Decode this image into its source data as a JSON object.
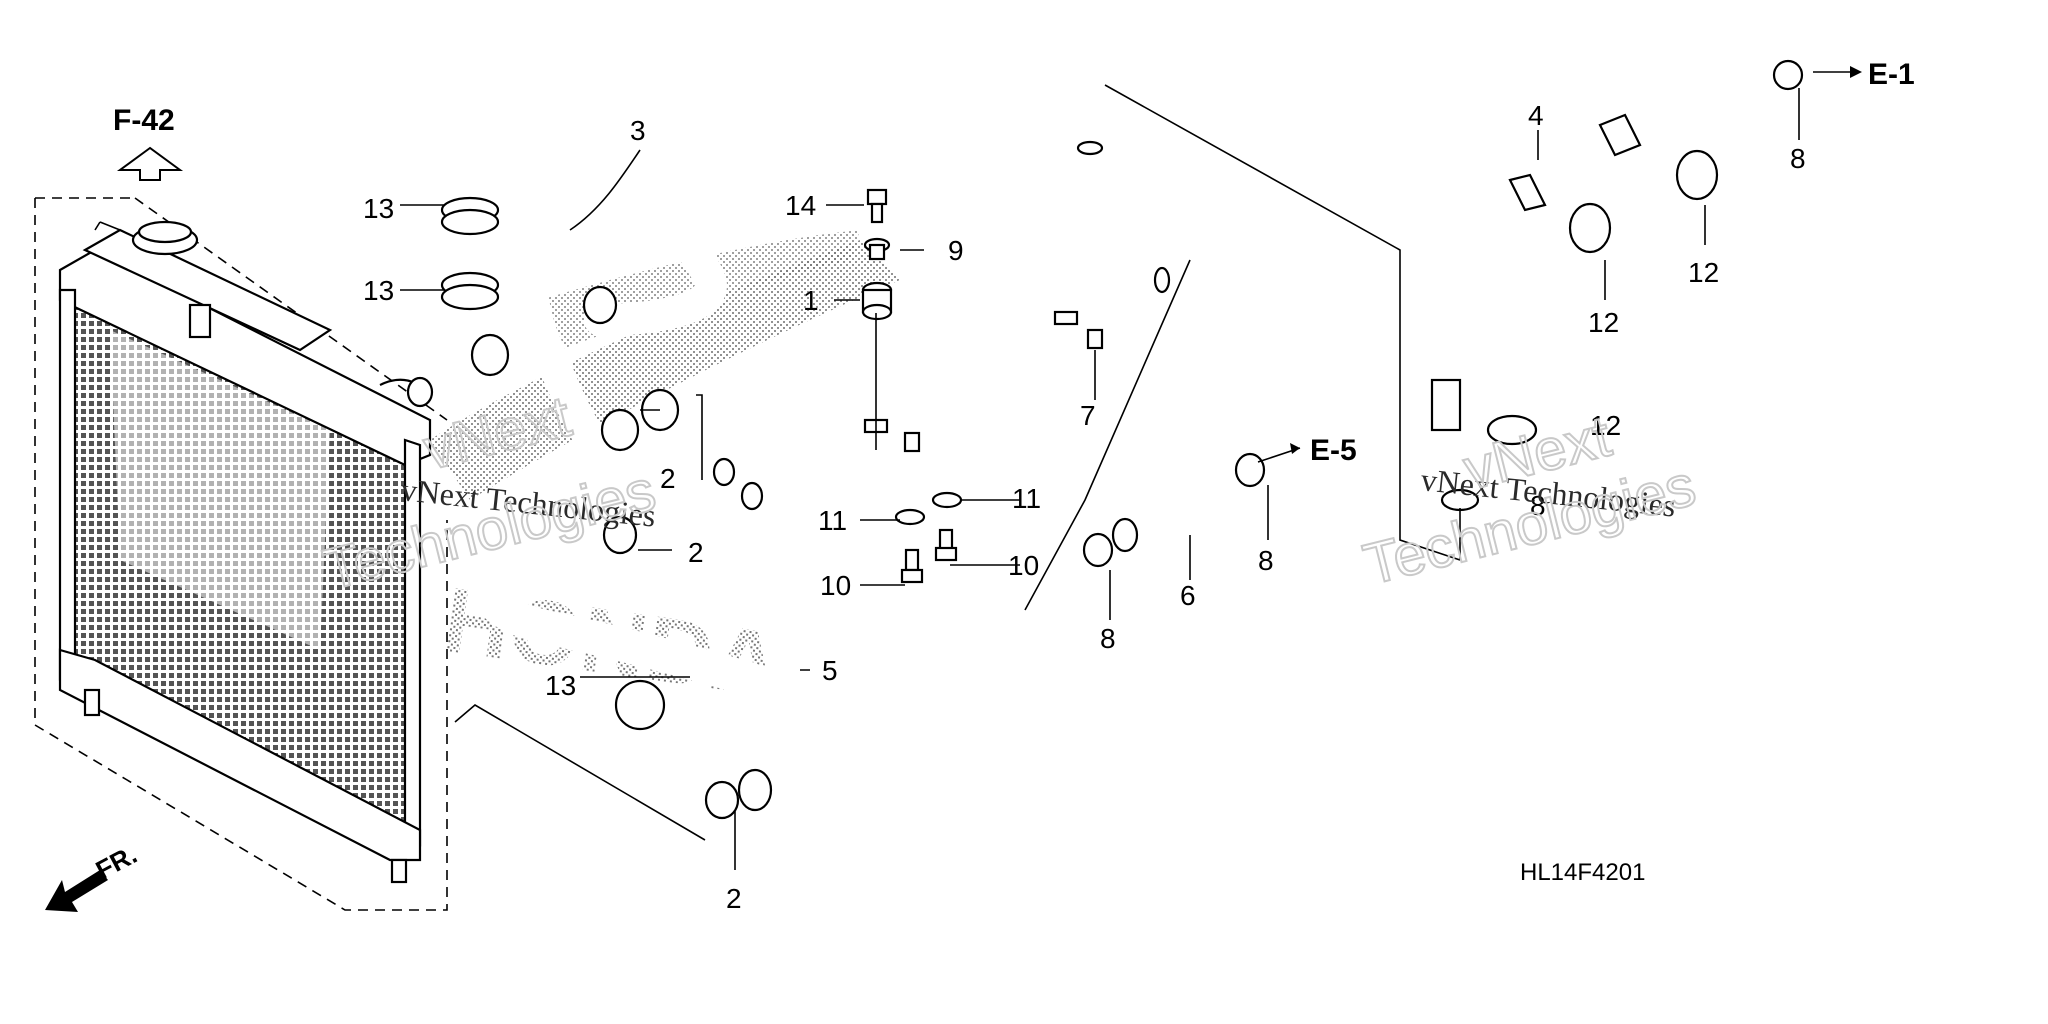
{
  "diagram_code": "HL14F4201",
  "refs": {
    "f42": "F-42",
    "e1": "E-1",
    "e5": "E-5",
    "fr": "FR."
  },
  "watermark": {
    "line1": "vNext Technologies",
    "line2": "Technologies",
    "line3": "vNext",
    "brand": "HONDA"
  },
  "callouts": [
    {
      "id": "c3",
      "text": "3"
    },
    {
      "id": "c13a",
      "text": "13"
    },
    {
      "id": "c13b",
      "text": "13"
    },
    {
      "id": "c13c",
      "text": "13"
    },
    {
      "id": "c14",
      "text": "14"
    },
    {
      "id": "c9",
      "text": "9"
    },
    {
      "id": "c1",
      "text": "1"
    },
    {
      "id": "c2a",
      "text": "2"
    },
    {
      "id": "c2b",
      "text": "2"
    },
    {
      "id": "c2c",
      "text": "2"
    },
    {
      "id": "c11a",
      "text": "11"
    },
    {
      "id": "c11b",
      "text": "11"
    },
    {
      "id": "c10a",
      "text": "10"
    },
    {
      "id": "c10b",
      "text": "10"
    },
    {
      "id": "c5",
      "text": "5"
    },
    {
      "id": "c7",
      "text": "7"
    },
    {
      "id": "c6",
      "text": "6"
    },
    {
      "id": "c8a",
      "text": "8"
    },
    {
      "id": "c8b",
      "text": "8"
    },
    {
      "id": "c8c",
      "text": "8"
    },
    {
      "id": "c8d",
      "text": "8"
    },
    {
      "id": "c4",
      "text": "4"
    },
    {
      "id": "c12a",
      "text": "12"
    },
    {
      "id": "c12b",
      "text": "12"
    },
    {
      "id": "c12c",
      "text": "12"
    }
  ]
}
